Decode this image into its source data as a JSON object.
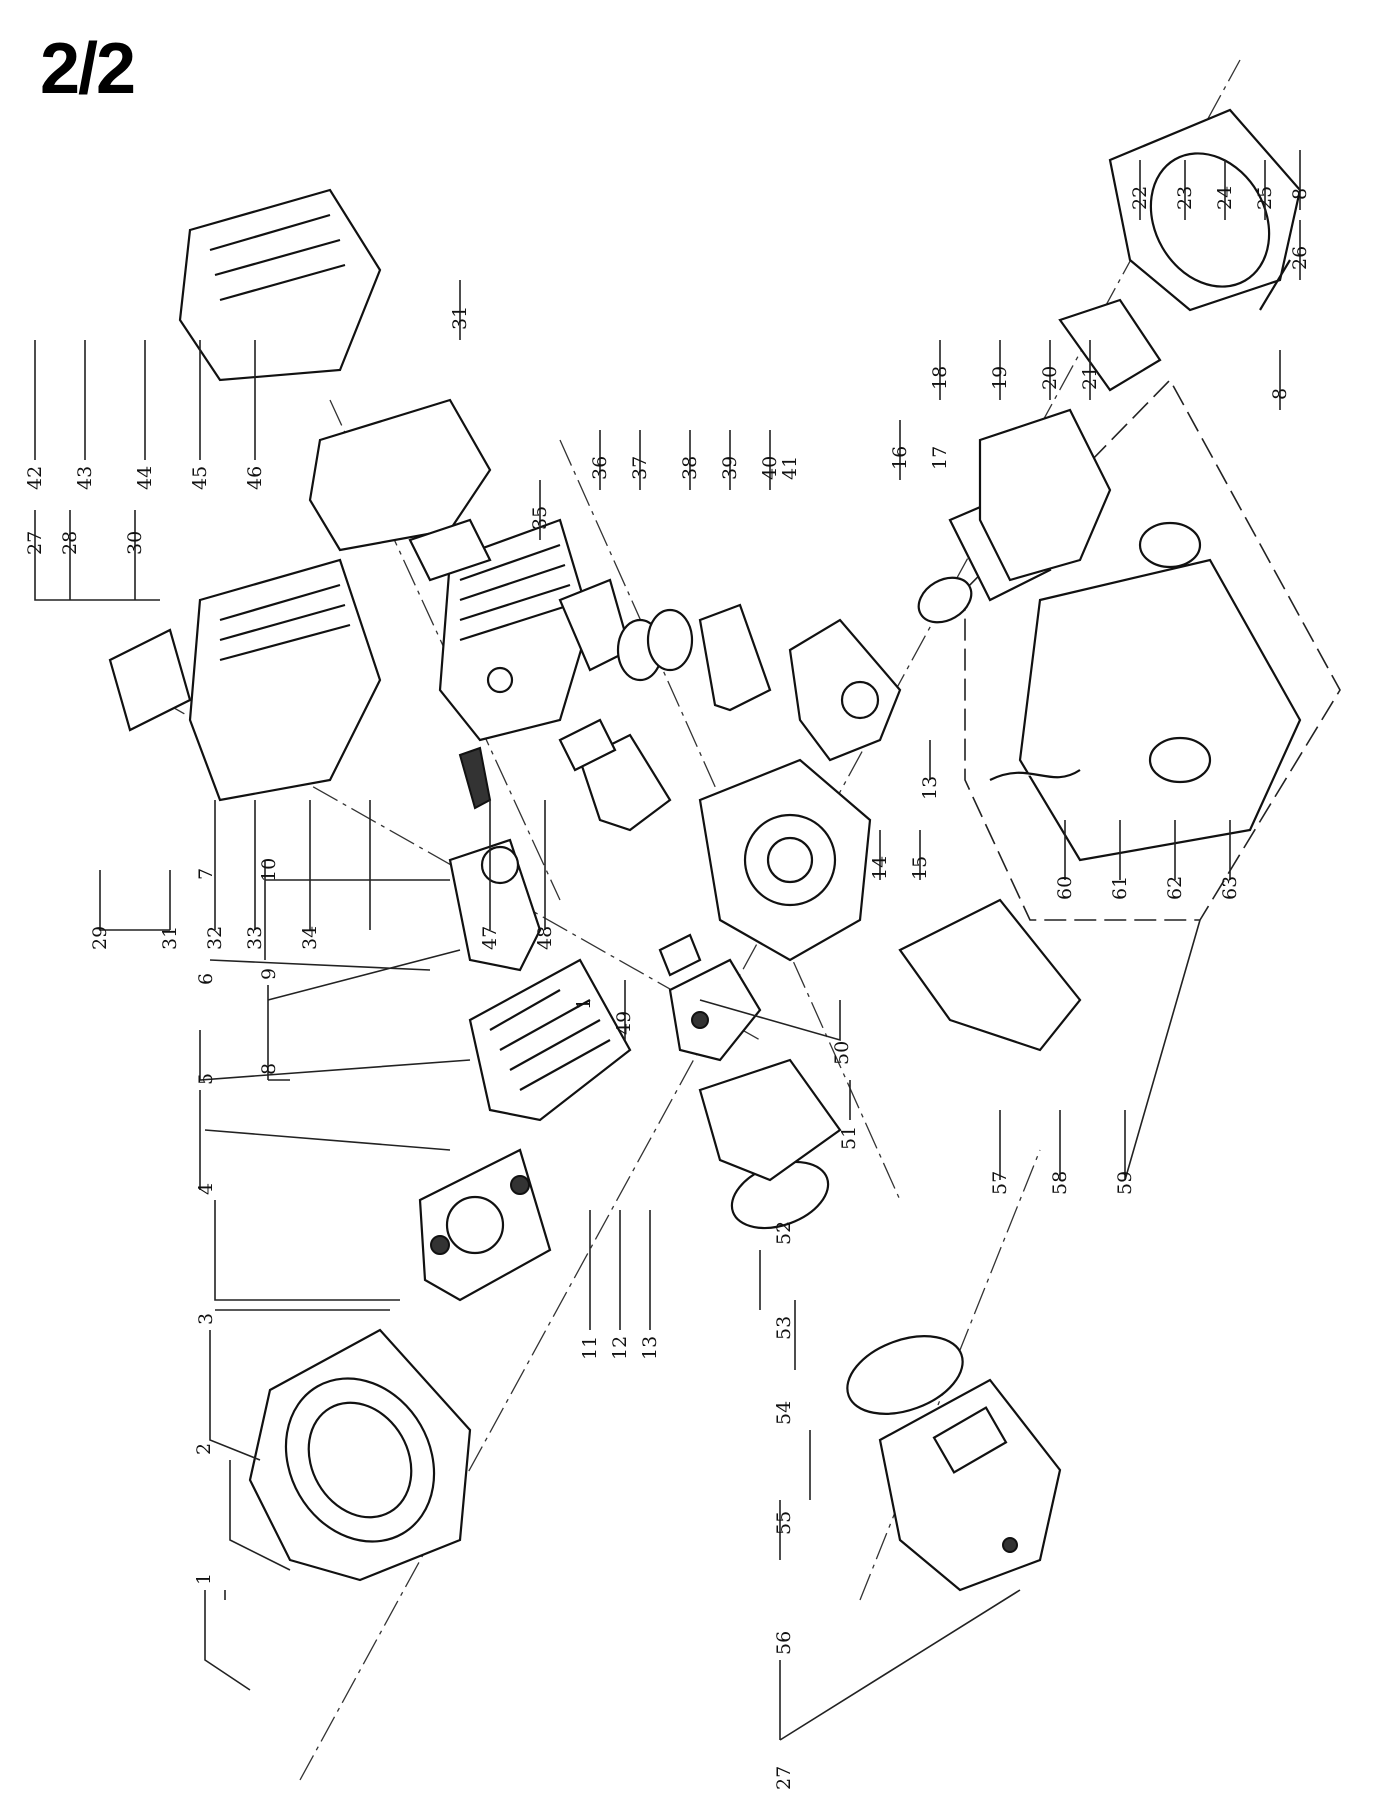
{
  "page": {
    "title": "2/2"
  },
  "callouts": [
    {
      "id": "c1",
      "number": "1"
    },
    {
      "id": "c2",
      "number": "2"
    },
    {
      "id": "c3",
      "number": "3"
    },
    {
      "id": "c4",
      "number": "4"
    },
    {
      "id": "c5",
      "number": "5"
    },
    {
      "id": "c6",
      "number": "6"
    },
    {
      "id": "c7",
      "number": "7"
    },
    {
      "id": "c8",
      "number": "8"
    },
    {
      "id": "c9",
      "number": "9"
    },
    {
      "id": "c10",
      "number": "10"
    },
    {
      "id": "c11",
      "number": "11"
    },
    {
      "id": "c12",
      "number": "12"
    },
    {
      "id": "c13",
      "number": "13"
    },
    {
      "id": "c54",
      "number": "54"
    },
    {
      "id": "c55",
      "number": "55"
    },
    {
      "id": "c56",
      "number": "56"
    },
    {
      "id": "c27b",
      "number": "27"
    },
    {
      "id": "c52",
      "number": "52"
    },
    {
      "id": "c53",
      "number": "53"
    },
    {
      "id": "c57",
      "number": "57"
    },
    {
      "id": "c58",
      "number": "58"
    },
    {
      "id": "c59",
      "number": "59"
    },
    {
      "id": "c49",
      "number": "49"
    },
    {
      "id": "c50",
      "number": "50"
    },
    {
      "id": "c51",
      "number": "51"
    },
    {
      "id": "c1b",
      "number": "1"
    },
    {
      "id": "c29",
      "number": "29"
    },
    {
      "id": "c31b",
      "number": "31"
    },
    {
      "id": "c32",
      "number": "32"
    },
    {
      "id": "c33",
      "number": "33"
    },
    {
      "id": "c34",
      "number": "34"
    },
    {
      "id": "c47",
      "number": "47"
    },
    {
      "id": "c48",
      "number": "48"
    },
    {
      "id": "c14",
      "number": "14"
    },
    {
      "id": "c15",
      "number": "15"
    },
    {
      "id": "c13b",
      "number": "13"
    },
    {
      "id": "c60",
      "number": "60"
    },
    {
      "id": "c61",
      "number": "61"
    },
    {
      "id": "c62",
      "number": "62"
    },
    {
      "id": "c63",
      "number": "63"
    },
    {
      "id": "c27",
      "number": "27"
    },
    {
      "id": "c28",
      "number": "28"
    },
    {
      "id": "c30",
      "number": "30"
    },
    {
      "id": "c42",
      "number": "42"
    },
    {
      "id": "c43",
      "number": "43"
    },
    {
      "id": "c44",
      "number": "44"
    },
    {
      "id": "c45",
      "number": "45"
    },
    {
      "id": "c46",
      "number": "46"
    },
    {
      "id": "c31",
      "number": "31"
    },
    {
      "id": "c35",
      "number": "35"
    },
    {
      "id": "c36",
      "number": "36"
    },
    {
      "id": "c37",
      "number": "37"
    },
    {
      "id": "c38",
      "number": "38"
    },
    {
      "id": "c39",
      "number": "39"
    },
    {
      "id": "c40",
      "number": "40"
    },
    {
      "id": "c41",
      "number": "41"
    },
    {
      "id": "c16",
      "number": "16"
    },
    {
      "id": "c17",
      "number": "17"
    },
    {
      "id": "c18",
      "number": "18"
    },
    {
      "id": "c19",
      "number": "19"
    },
    {
      "id": "c20",
      "number": "20"
    },
    {
      "id": "c21",
      "number": "21"
    },
    {
      "id": "c22",
      "number": "22"
    },
    {
      "id": "c23",
      "number": "23"
    },
    {
      "id": "c24",
      "number": "24"
    },
    {
      "id": "c25",
      "number": "25"
    },
    {
      "id": "c26",
      "number": "26"
    },
    {
      "id": "c8b",
      "number": "8"
    },
    {
      "id": "c8c",
      "number": "8"
    }
  ]
}
